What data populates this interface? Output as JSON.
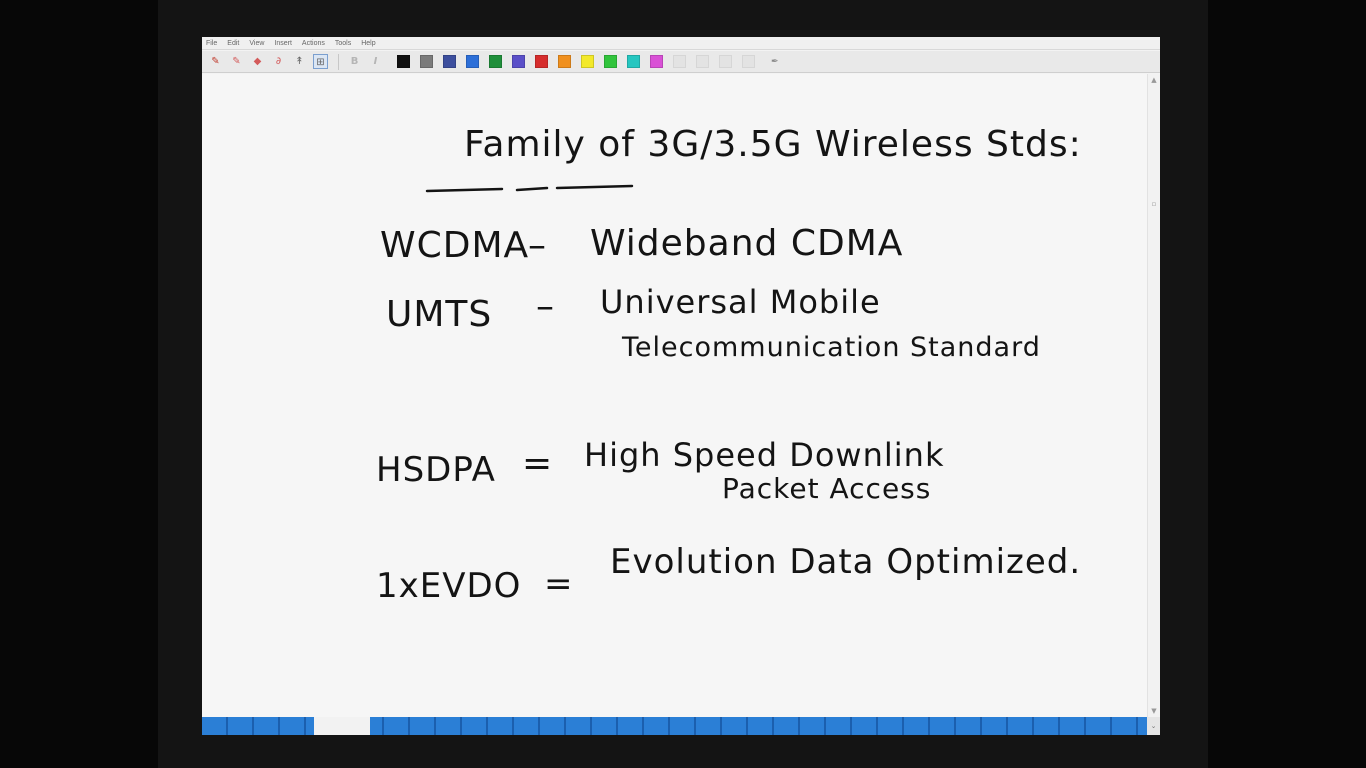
{
  "menu": [
    "File",
    "Edit",
    "View",
    "Insert",
    "Actions",
    "Tools",
    "Help"
  ],
  "toolbar": {
    "tools": [
      {
        "icon": "pen-icon",
        "glyph": "✎"
      },
      {
        "icon": "highlighter-icon",
        "glyph": "✎"
      },
      {
        "icon": "eraser-icon",
        "glyph": "◆"
      },
      {
        "icon": "lasso-icon",
        "glyph": "∂"
      },
      {
        "icon": "pan-hand-icon",
        "glyph": "↟"
      },
      {
        "icon": "insert-space-icon",
        "glyph": "⊞"
      }
    ],
    "format_buttons": [
      {
        "icon": "bold-icon",
        "glyph": "B"
      },
      {
        "icon": "italic-icon",
        "glyph": "I"
      }
    ],
    "colors": [
      "#111111",
      "#7b7b7b",
      "#3d4f9e",
      "#2d6fd8",
      "#1f8f3a",
      "#5a4fc8",
      "#d62d2d",
      "#f0901e",
      "#f3e92a",
      "#31c43c",
      "#25c6c0",
      "#d950d6"
    ]
  },
  "note": {
    "title": "Family of 3G/3.5G Wireless Stds:",
    "lines": [
      {
        "term": "WCDMA",
        "sep": "–",
        "def": "Wideband CDMA"
      },
      {
        "term": "UMTS",
        "sep": "–",
        "def": "Universal Mobile",
        "def2": "Telecommunication Standard"
      },
      {
        "term": "HSDPA",
        "sep": "=",
        "def": "High Speed Downlink",
        "def2": "Packet Access"
      },
      {
        "term": "1xEVDO",
        "sep": "=",
        "def": "Evolution Data Optimized."
      }
    ]
  }
}
